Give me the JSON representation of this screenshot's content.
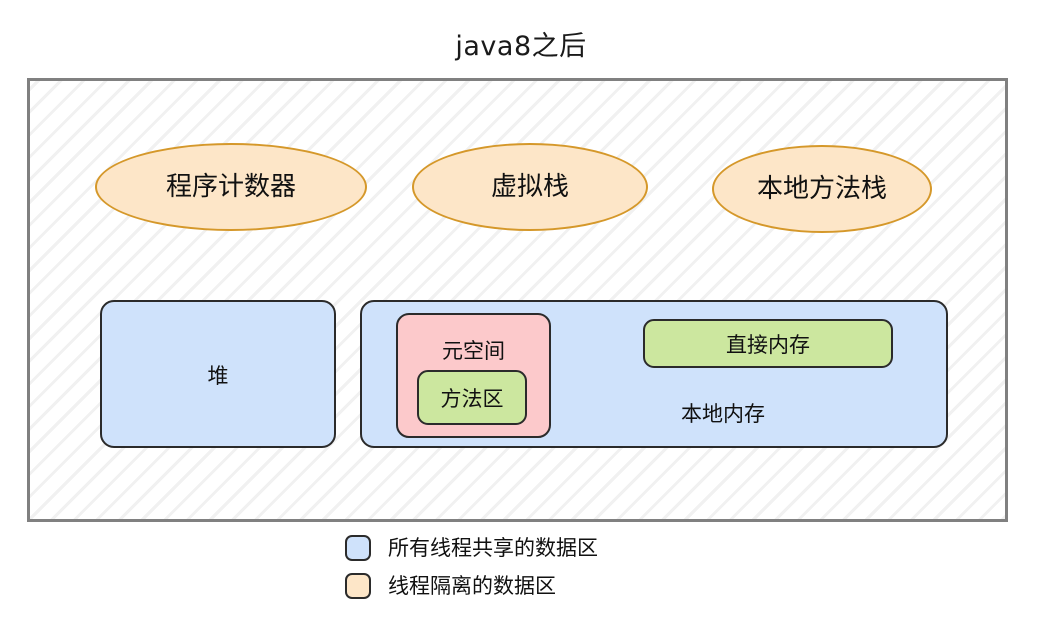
{
  "diagram": {
    "title": "java8之后",
    "outer_container": {
      "name": "jvm-runtime-data-area",
      "border_color": "#808080",
      "hatch": true
    },
    "thread_private_areas": [
      {
        "id": "program-counter",
        "label": "程序计数器",
        "fill": "#fde6c8",
        "stroke": "#d5982a",
        "shape": "ellipse"
      },
      {
        "id": "vm-stack",
        "label": "虚拟栈",
        "fill": "#fde6c8",
        "stroke": "#d5982a",
        "shape": "ellipse"
      },
      {
        "id": "native-stack",
        "label": "本地方法栈",
        "fill": "#fde6c8",
        "stroke": "#d5982a",
        "shape": "ellipse"
      }
    ],
    "shared_areas": {
      "heap": {
        "label": "堆",
        "fill": "#cfe2fb",
        "stroke": "#2b2b2b"
      },
      "native_mem": {
        "label": "本地内存",
        "fill": "#cfe2fb",
        "stroke": "#2b2b2b"
      },
      "metaspace": {
        "label": "元空间",
        "fill": "#fcc9cb",
        "stroke": "#2b2b2b"
      },
      "method_area": {
        "label": "方法区",
        "fill": "#cce79f",
        "stroke": "#2b2b2b"
      },
      "direct_mem": {
        "label": "直接内存",
        "fill": "#cce79f",
        "stroke": "#2b2b2b"
      }
    },
    "legend": {
      "items": [
        {
          "color": "#cfe2fb",
          "label": "所有线程共享的数据区"
        },
        {
          "color": "#fde6c8",
          "label": "线程隔离的数据区"
        }
      ]
    }
  }
}
